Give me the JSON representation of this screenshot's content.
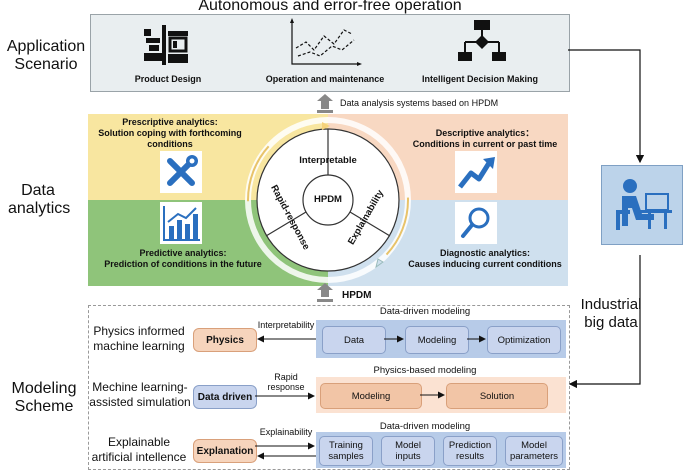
{
  "title": "Autonomous and error-free operation",
  "side_labels": {
    "application": [
      "Application",
      "Scenario"
    ],
    "analytics": [
      "Data",
      "analytics"
    ],
    "modeling": [
      "Modeling",
      "Scheme"
    ],
    "big_data": [
      "Industrial",
      "big data"
    ]
  },
  "scenarios": [
    {
      "label": "Product Design",
      "icon": "product-design-icon"
    },
    {
      "label": "Operation and maintenance",
      "icon": "line-chart-icon"
    },
    {
      "label": "Intelligent Decision Making",
      "icon": "flowchart-icon"
    }
  ],
  "upper_arrow_label": "Data analysis systems based on HPDM",
  "lower_arrow_label": "HPDM",
  "quadrants": {
    "prescriptive": {
      "title": "Prescriptive analytics:",
      "lines": [
        "Solution coping with forthcoming",
        "conditions"
      ],
      "icon": "tools-icon"
    },
    "descriptive": {
      "title": "Descriptive analytics：",
      "lines": [
        "Conditions in current or past time"
      ],
      "icon": "trend-up-icon"
    },
    "predictive": {
      "title": "Predictive analytics:",
      "lines": [
        "Prediction of  conditions in the future"
      ],
      "icon": "bar-chart-icon"
    },
    "diagnostic": {
      "title": "Diagnostic analytics:",
      "lines": [
        "Causes inducing current conditions"
      ],
      "icon": "magnifier-icon"
    }
  },
  "circle": {
    "center": "HPDM",
    "top": "Interpretable",
    "left": "Rapid-response",
    "right": "Explainability"
  },
  "modeling": {
    "row1": {
      "left_label": [
        "Physics informed",
        "machine learning"
      ],
      "tag": "Physics",
      "arrow_label": [
        "Interpretability"
      ],
      "panel_title": "Data-driven modeling",
      "steps": [
        "Data",
        "Modeling",
        "Optimization"
      ]
    },
    "row2": {
      "left_label": [
        "Mechine learning-",
        "assisted simulation"
      ],
      "tag": "Data driven",
      "arrow_label": [
        "Rapid",
        "response"
      ],
      "panel_title": "Physics-based modeling",
      "steps": [
        "Modeling",
        "Solution"
      ]
    },
    "row3": {
      "left_label": [
        "Explainable",
        "artificial intellence"
      ],
      "tag": "Explanation",
      "arrow_label": [
        "Explainability"
      ],
      "panel_title": "Data-driven modeling",
      "steps": [
        "Training samples",
        "Model inputs",
        "Prediction results",
        "Model parameters"
      ]
    }
  },
  "colors": {
    "yellow": "#f8e6a0",
    "peach": "#f8d8c2",
    "green": "#8fc47a",
    "lightblue": "#cfe0ee",
    "top_panel": "#e9eef0",
    "blue_panel": "#b7cbe8",
    "orange_panel": "#fbe2d2",
    "computer_bg": "#bcd3ea",
    "icon_blue": "#2a6fbf"
  }
}
